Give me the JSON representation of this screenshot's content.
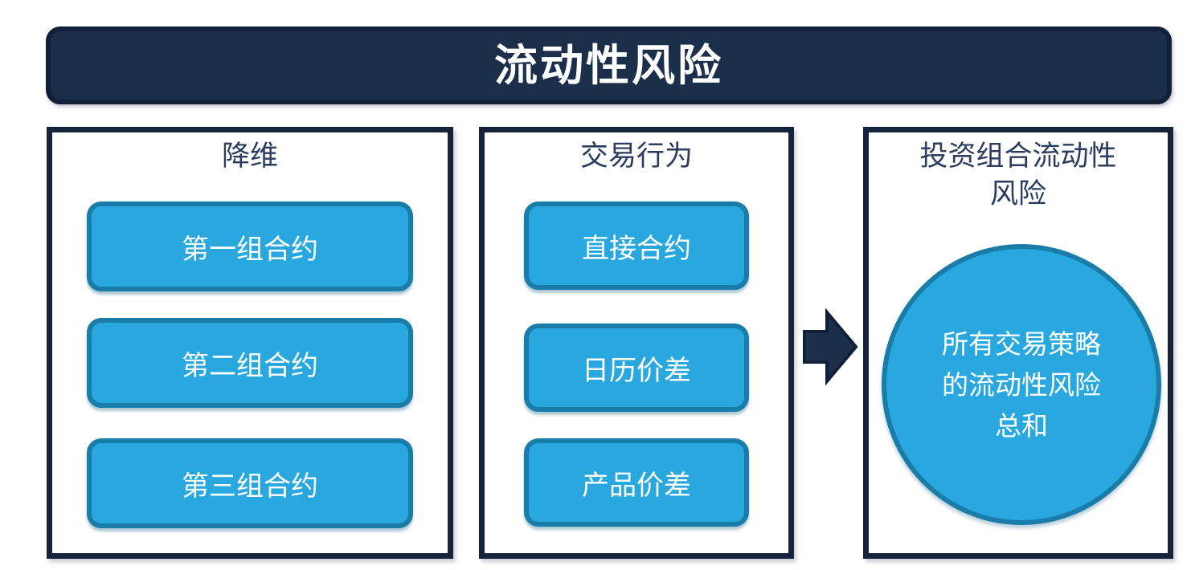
{
  "banner": {
    "title": "流动性风险"
  },
  "columns": [
    {
      "title": "降维",
      "items": [
        "第一组合约",
        "第二组合约",
        "第三组合约"
      ]
    },
    {
      "title": "交易行为",
      "items": [
        "直接合约",
        "日历价差",
        "产品价差"
      ]
    },
    {
      "title": "投资组合流动性风险",
      "circle_text": "所有交易策略的流动性风险总和"
    }
  ],
  "colors": {
    "banner_fill": "#1B2E4A",
    "banner_border": "#111F38",
    "column_border": "#15233C",
    "heading_text": "#2B3C5F",
    "node_fill": "#29A8DF",
    "node_border": "#1A7CA9",
    "node_text": "#FFFFFF"
  }
}
